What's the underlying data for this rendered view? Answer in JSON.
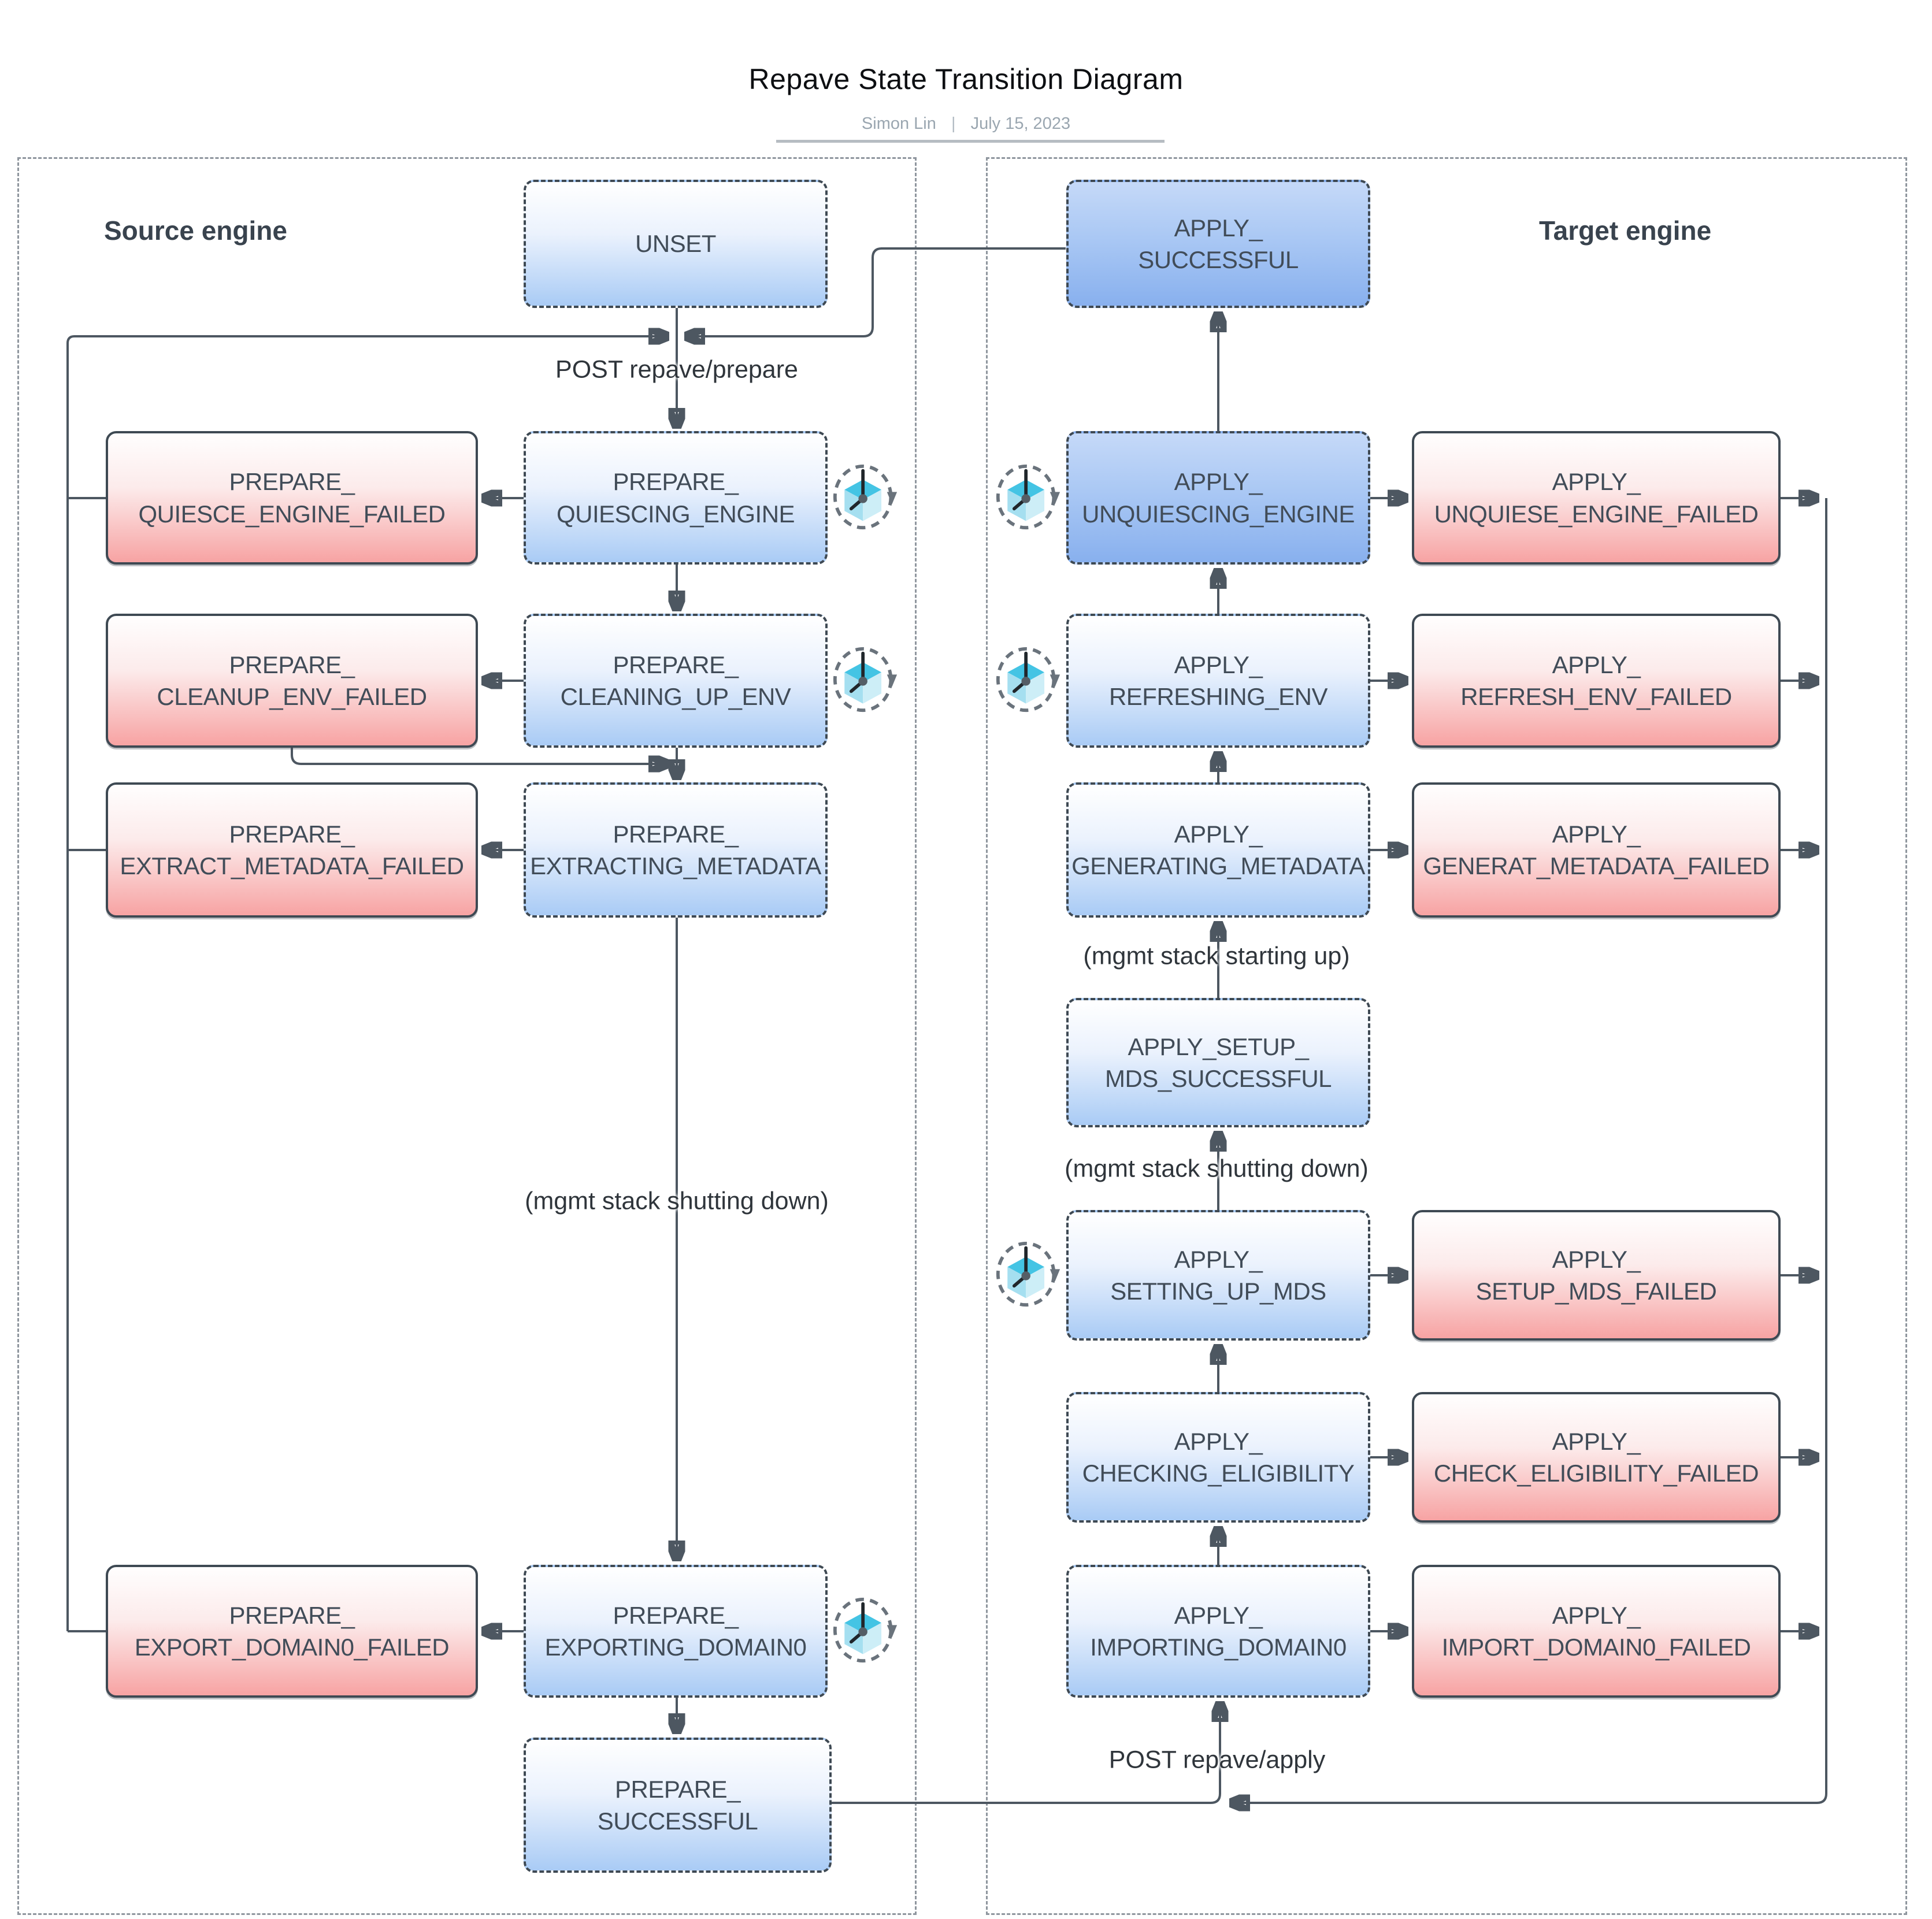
{
  "title": "Repave State Transition Diagram",
  "byline": {
    "author": "Simon Lin",
    "separator": "|",
    "date": "July 15, 2023"
  },
  "containers": {
    "source": {
      "label": "Source engine"
    },
    "target": {
      "label": "Target engine"
    }
  },
  "edge_labels": {
    "post_prepare": "POST repave/prepare",
    "post_apply": "POST repave/apply",
    "mgmt_shutting_down_source": "(mgmt stack shutting down)",
    "mgmt_starting_up": "(mgmt stack starting up)",
    "mgmt_shutting_down_target": "(mgmt stack shutting down)"
  },
  "nodes": {
    "unset": {
      "label": "UNSET"
    },
    "prepare_quiescing_engine": {
      "label": "PREPARE_\nQUIESCING_ENGINE"
    },
    "prepare_quiesce_engine_failed": {
      "label": "PREPARE_\nQUIESCE_ENGINE_FAILED"
    },
    "prepare_cleaning_up_env": {
      "label": "PREPARE_\nCLEANING_UP_ENV"
    },
    "prepare_cleanup_env_failed": {
      "label": "PREPARE_\nCLEANUP_ENV_FAILED"
    },
    "prepare_extracting_metadata": {
      "label": "PREPARE_\nEXTRACTING_METADATA"
    },
    "prepare_extract_metadata_failed": {
      "label": "PREPARE_\nEXTRACT_METADATA_FAILED"
    },
    "prepare_exporting_domain0": {
      "label": "PREPARE_\nEXPORTING_DOMAIN0"
    },
    "prepare_export_domain0_failed": {
      "label": "PREPARE_\nEXPORT_DOMAIN0_FAILED"
    },
    "prepare_successful": {
      "label": "PREPARE_\nSUCCESSFUL"
    },
    "apply_successful": {
      "label": "APPLY_\nSUCCESSFUL"
    },
    "apply_unquiescing_engine": {
      "label": "APPLY_\nUNQUIESCING_ENGINE"
    },
    "apply_unquiese_engine_failed": {
      "label": "APPLY_\nUNQUIESE_ENGINE_FAILED"
    },
    "apply_refreshing_env": {
      "label": "APPLY_\nREFRESHING_ENV"
    },
    "apply_refresh_env_failed": {
      "label": "APPLY_\nREFRESH_ENV_FAILED"
    },
    "apply_generating_metadata": {
      "label": "APPLY_\nGENERATING_METADATA"
    },
    "apply_generat_metadata_failed": {
      "label": "APPLY_\nGENERAT_METADATA_FAILED"
    },
    "apply_setup_mds_successful": {
      "label": "APPLY_SETUP_\nMDS_SUCCESSFUL"
    },
    "apply_setting_up_mds": {
      "label": "APPLY_\nSETTING_UP_MDS"
    },
    "apply_setup_mds_failed": {
      "label": "APPLY_\nSETUP_MDS_FAILED"
    },
    "apply_checking_eligibility": {
      "label": "APPLY_\nCHECKING_ELIGIBILITY"
    },
    "apply_check_eligibility_failed": {
      "label": "APPLY_\nCHECK_ELIGIBILITY_FAILED"
    },
    "apply_importing_domain0": {
      "label": "APPLY_\nIMPORTING_DOMAIN0"
    },
    "apply_import_domain0_failed": {
      "label": "APPLY_\nIMPORT_DOMAIN0_FAILED"
    }
  },
  "icons": {
    "retry": "retry-clock-icon"
  },
  "colors": {
    "state_blue_bottom": "#a9cbf5",
    "state_blue_deep_top": "#c5d9f8",
    "failed_red_bottom": "#f7a3a3",
    "line": "#4d5761",
    "node_border": "#3e4953",
    "container_border": "#8f969e",
    "cube_top": "#44c4e4",
    "cube_left": "#a5dff0",
    "cube_right": "#cdeef7",
    "byline_gray": "#9aa6b0"
  }
}
